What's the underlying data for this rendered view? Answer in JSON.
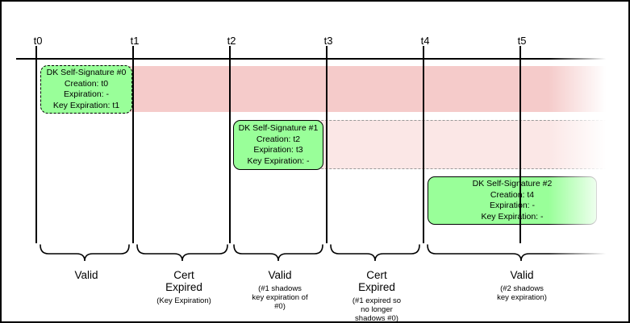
{
  "diagram": {
    "ticks": [
      "t0",
      "t1",
      "t2",
      "t3",
      "t4",
      "t5"
    ],
    "signatures": [
      {
        "title": "DK Self-Signature #0",
        "rows": [
          "Creation: t0",
          "Expiration: -",
          "Key Expiration: t1"
        ]
      },
      {
        "title": "DK Self-Signature #1",
        "rows": [
          "Creation: t2",
          "Expiration: t3",
          "Key Expiration: -"
        ]
      },
      {
        "title": "DK Self-Signature #2",
        "rows": [
          "Creation: t4",
          "Expiration: -",
          "Key Expiration: -"
        ]
      }
    ],
    "segments": [
      {
        "label_lines": [
          "Valid"
        ],
        "note_lines": []
      },
      {
        "label_lines": [
          "Cert",
          "Expired"
        ],
        "note_lines": [
          "(Key Expiration)"
        ]
      },
      {
        "label_lines": [
          "Valid"
        ],
        "note_lines": [
          "(#1 shadows",
          "key expiration of",
          "#0)"
        ]
      },
      {
        "label_lines": [
          "Cert",
          "Expired"
        ],
        "note_lines": [
          "(#1 expired so",
          "no longer",
          "shadows #0)"
        ]
      },
      {
        "label_lines": [
          "Valid"
        ],
        "note_lines": [
          "(#2 shadows",
          "key expiration)"
        ]
      }
    ],
    "colors": {
      "expired_band_strong": "#f5cbca",
      "expired_band_light": "#fbe7e6",
      "signature_fill": "#99ff99",
      "line": "#000000",
      "dashed_band_border": "#999999"
    }
  }
}
